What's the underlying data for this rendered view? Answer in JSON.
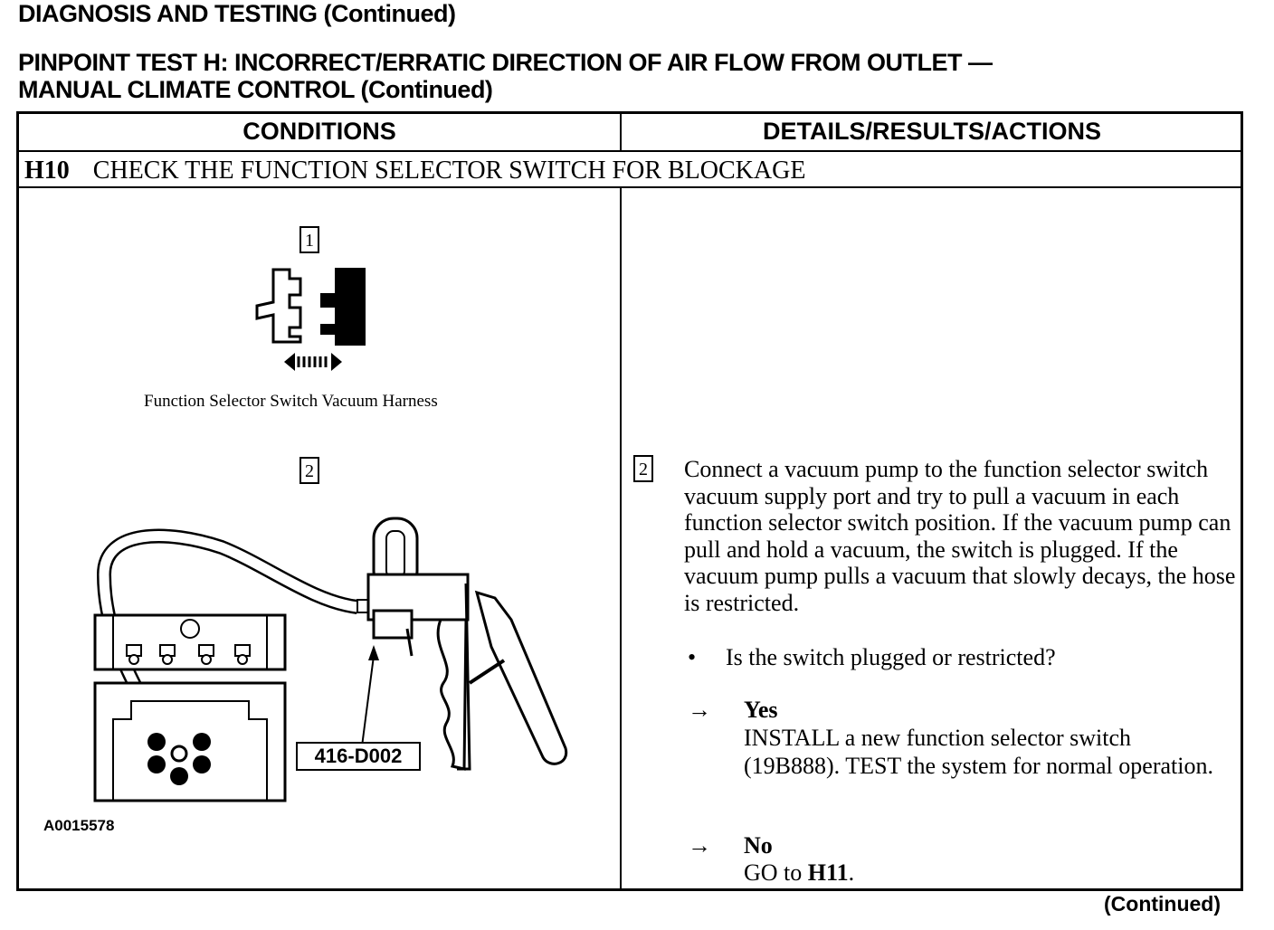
{
  "section_heading": "DIAGNOSIS AND TESTING (Continued)",
  "test_title_line1": "PINPOINT TEST H: INCORRECT/ERRATIC DIRECTION OF AIR FLOW FROM OUTLET —",
  "test_title_line2": "MANUAL CLIMATE CONTROL (Continued)",
  "table": {
    "col_conditions": "CONDITIONS",
    "col_details": "DETAILS/RESULTS/ACTIONS",
    "step_id": "H10",
    "step_title": "CHECK THE FUNCTION SELECTOR SWITCH FOR BLOCKAGE"
  },
  "figures": {
    "callout1": "1",
    "caption1": "Function Selector Switch Vacuum Harness",
    "callout2": "2",
    "tool_label": "416-D002",
    "ref_code": "A0015578"
  },
  "details": {
    "callout": "2",
    "instruction": "Connect a vacuum pump to the function selector switch vacuum supply port and try to pull a vacuum in each function selector switch position. If the vacuum pump can pull and hold a vacuum, the switch is plugged. If the vacuum pump pulls a vacuum  that slowly decays, the hose is restricted.",
    "bullet": "•",
    "question": "Is the switch plugged or restricted?",
    "arrow": "→",
    "yes_label": "Yes",
    "yes_action": "INSTALL a new function selector switch (19B888). TEST  the system for normal operation.",
    "no_label": "No",
    "no_action_prefix": "GO to ",
    "no_action_target": "H11",
    "no_action_suffix": "."
  },
  "footer": "(Continued)"
}
